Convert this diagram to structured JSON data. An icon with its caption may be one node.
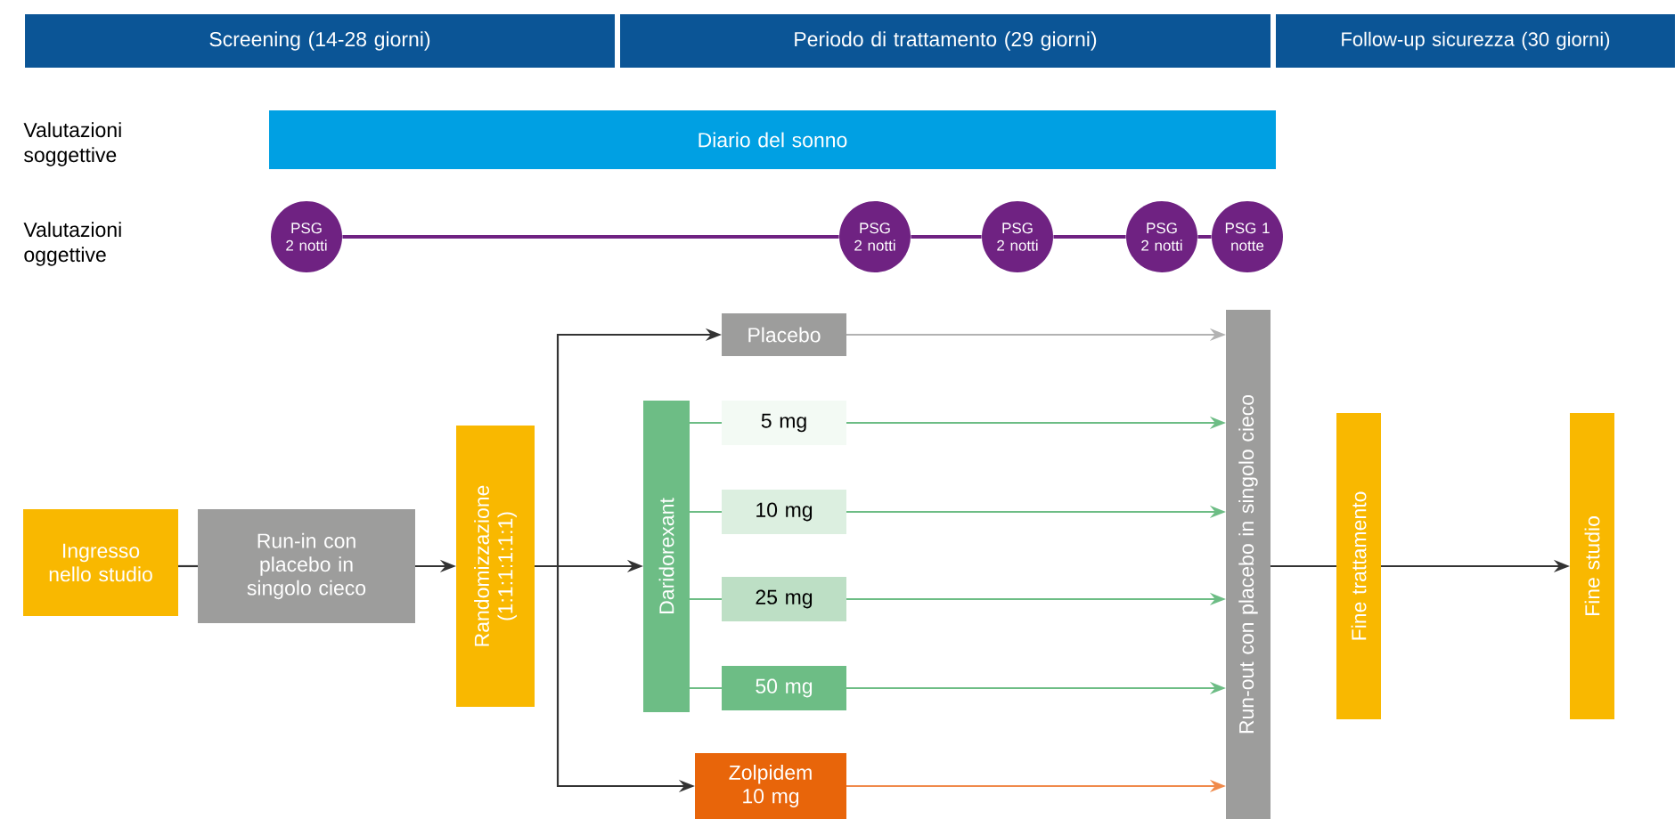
{
  "diagram": {
    "nodes": [
      {
        "text": [
          "Screening (14-28 giorni)"
        ]
      },
      {
        "text": [
          "Periodo di trattamento (29 giorni)"
        ]
      },
      {
        "text": [
          "Follow-up sicurezza (30 giorni)"
        ]
      },
      {
        "text": [
          "Diario del sonno"
        ]
      },
      {
        "text": [
          "PSG 2 notti"
        ]
      },
      {
        "text": [
          "PSG 2 notti"
        ]
      },
      {
        "text": [
          "PSG 2 notti"
        ]
      },
      {
        "text": [
          "PSG 2 notti"
        ]
      },
      {
        "text": [
          "PSG 1 notte"
        ]
      },
      {
        "text": [
          "Ingresso nello studio"
        ]
      },
      {
        "text": [
          "Run-in con placebo in singolo cieco"
        ]
      },
      {
        "text": [
          "Randomizzazione (1:1:1:1:1:1)"
        ]
      },
      {
        "text": [
          "Placebo"
        ]
      },
      {
        "text": [
          "Daridorexant"
        ]
      },
      {
        "text": [
          "5 mg"
        ]
      },
      {
        "text": [
          "10 mg"
        ]
      },
      {
        "text": [
          "25 mg"
        ]
      },
      {
        "text": [
          "50 mg"
        ]
      },
      {
        "text": [
          "Zolpidem 10 mg"
        ]
      },
      {
        "text": [
          "Run-out con placebo in singolo cieco"
        ]
      },
      {
        "text": [
          "Fine trattamento"
        ]
      },
      {
        "text": [
          "Fine studio"
        ]
      }
    ],
    "edges": [
      {
        "from": 4,
        "to": 5,
        "arrow": "none",
        "color": "#6f2282"
      },
      {
        "from": 5,
        "to": 6,
        "arrow": "none",
        "color": "#6f2282"
      },
      {
        "from": 6,
        "to": 7,
        "arrow": "none",
        "color": "#6f2282"
      },
      {
        "from": 7,
        "to": 8,
        "arrow": "none",
        "color": "#6f2282"
      },
      {
        "from": 9,
        "to": 10,
        "arrow": "none",
        "color": "#333333"
      },
      {
        "from": 10,
        "to": 11,
        "arrow": "to",
        "color": "#333333"
      },
      {
        "from": 11,
        "to": 12,
        "arrow": "to",
        "color": "#333333"
      },
      {
        "from": 11,
        "to": 13,
        "arrow": "to",
        "color": "#333333"
      },
      {
        "from": 11,
        "to": 18,
        "arrow": "to",
        "color": "#333333"
      },
      {
        "from": 13,
        "to": 14,
        "arrow": "none",
        "color": "#6dbd85"
      },
      {
        "from": 13,
        "to": 15,
        "arrow": "none",
        "color": "#6dbd85"
      },
      {
        "from": 13,
        "to": 16,
        "arrow": "none",
        "color": "#6dbd85"
      },
      {
        "from": 13,
        "to": 17,
        "arrow": "none",
        "color": "#6dbd85"
      },
      {
        "from": 12,
        "to": 19,
        "arrow": "to",
        "color": "#b2b2b2"
      },
      {
        "from": 14,
        "to": 19,
        "arrow": "to",
        "color": "#6dbd85"
      },
      {
        "from": 15,
        "to": 19,
        "arrow": "to",
        "color": "#6dbd85"
      },
      {
        "from": 16,
        "to": 19,
        "arrow": "to",
        "color": "#6dbd85"
      },
      {
        "from": 17,
        "to": 19,
        "arrow": "to",
        "color": "#6dbd85"
      },
      {
        "from": 18,
        "to": 19,
        "arrow": "to",
        "color": "#f08a4b"
      },
      {
        "from": 19,
        "to": 20,
        "arrow": "none",
        "color": "#333333"
      },
      {
        "from": 20,
        "to": 21,
        "arrow": "to",
        "color": "#333333"
      }
    ],
    "labels": [
      "Valutazioni soggettive",
      "Valutazioni oggettive"
    ]
  }
}
